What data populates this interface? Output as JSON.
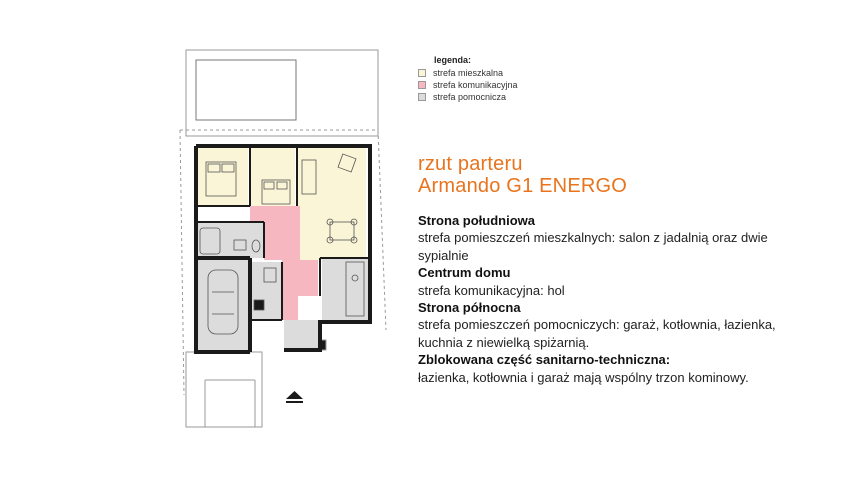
{
  "legend": {
    "title": "legenda:",
    "items": [
      {
        "label": "strefa mieszkalna",
        "color": "#fbf5d7"
      },
      {
        "label": "strefa komunikacyjna",
        "color": "#f6b7c0"
      },
      {
        "label": "strefa pomocnicza",
        "color": "#dcdcdc"
      }
    ]
  },
  "title": {
    "line1": "rzut parteru",
    "line2": "Armando G1 ENERGO",
    "color": "#e8741e"
  },
  "sections": [
    {
      "heading": "Strona południowa",
      "text": "strefa pomieszczeń mieszkalnych: salon z jadalnią oraz dwie sypialnie"
    },
    {
      "heading": "Centrum domu",
      "text": "strefa komunikacyjna: hol"
    },
    {
      "heading": "Strona północna",
      "text": "strefa pomieszczeń pomocniczych: garaż, kotłownia, ła­zienka, kuchnia z niewielką spiżarnią."
    },
    {
      "heading": "Zblokowana część sanitarno-techniczna:",
      "text": "łazienka, kotłownia i garaż mają wspólny trzon kominowy."
    }
  ],
  "plan": {
    "wall_color": "#1a1a1a",
    "living_color": "#fbf5d7",
    "hall_color": "#f6b7c0",
    "service_color": "#dcdcdc",
    "entrance_icon": "entrance-arrow-icon"
  }
}
